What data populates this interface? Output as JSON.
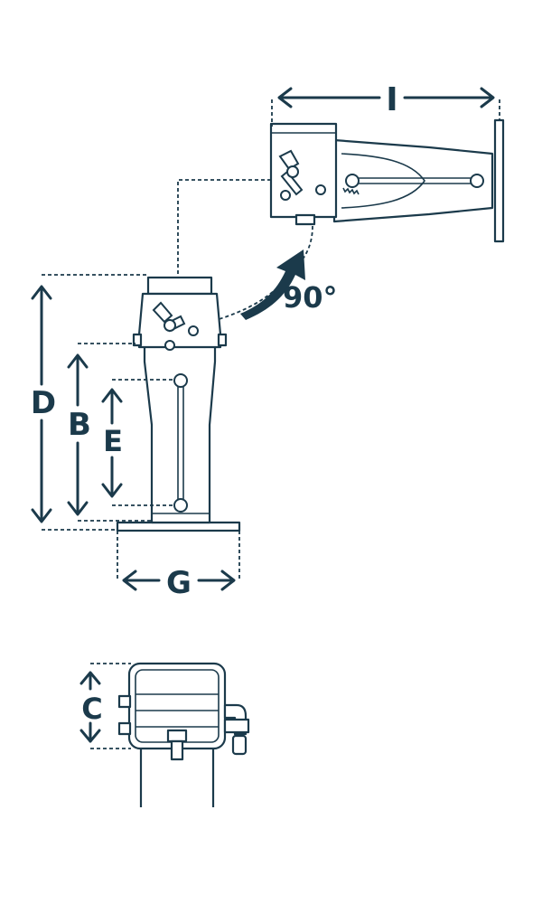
{
  "labels": {
    "I": "I",
    "D": "D",
    "B": "B",
    "E": "E",
    "G": "G",
    "C": "C",
    "angle": "90°"
  },
  "colors": {
    "line": "#1b3a4b",
    "background": "#ffffff"
  }
}
